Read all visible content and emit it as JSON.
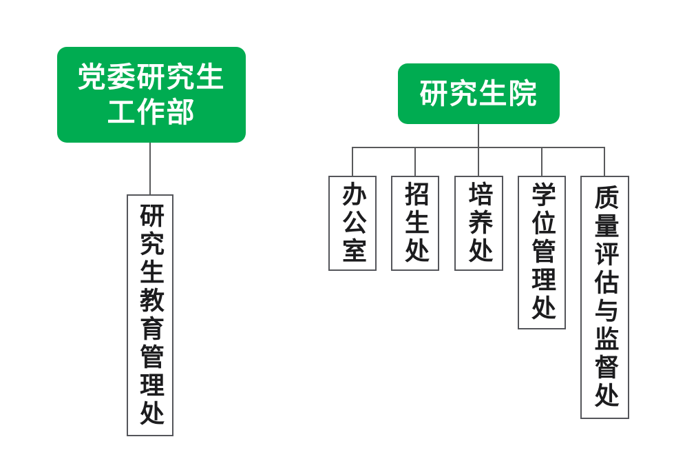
{
  "colors": {
    "accent_green": "#00AC51",
    "line_gray": "#58595B",
    "box_border_gray": "#54555A",
    "text_dark": "#1C1C1E",
    "text_on_green": "#FFFFFF",
    "background": "#FFFFFF"
  },
  "org_chart": {
    "left_branch": {
      "root": {
        "label": "党委研究生工作部",
        "lines": [
          "党委研究生",
          "工作部"
        ]
      },
      "children": [
        {
          "label": "研究生教育管理处"
        }
      ]
    },
    "right_branch": {
      "root": {
        "label": "研究生院"
      },
      "children": [
        {
          "label": "办公室"
        },
        {
          "label": "招生处"
        },
        {
          "label": "培养处"
        },
        {
          "label": "学位管理处"
        },
        {
          "label": "质量评估与监督处"
        }
      ]
    }
  }
}
